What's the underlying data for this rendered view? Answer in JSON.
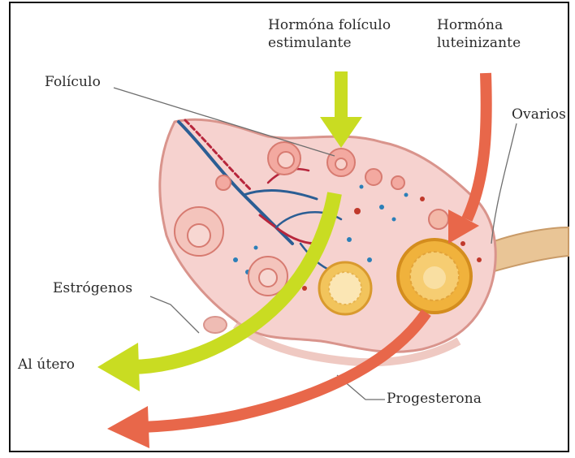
{
  "labels": {
    "fsh_line1": "Hormóna folículo",
    "fsh_line2": "estimulante",
    "lh_line1": "Hormóna",
    "lh_line2": "luteinizante",
    "foliculo": "Folículo",
    "ovarios": "Ovarios",
    "estrogenos": "Estrógenos",
    "al_utero": "Al útero",
    "progesterona": "Progesterona"
  },
  "colors": {
    "estrogen_arrow": "#c9dc22",
    "lh_arrow": "#e8674a",
    "ovary_fill": "#f6d2cf",
    "ovary_outline": "#d9948c",
    "corpus_luteum": "#f0b23c",
    "vessels_blue": "#2b5e94",
    "vessels_red": "#b7263c"
  }
}
